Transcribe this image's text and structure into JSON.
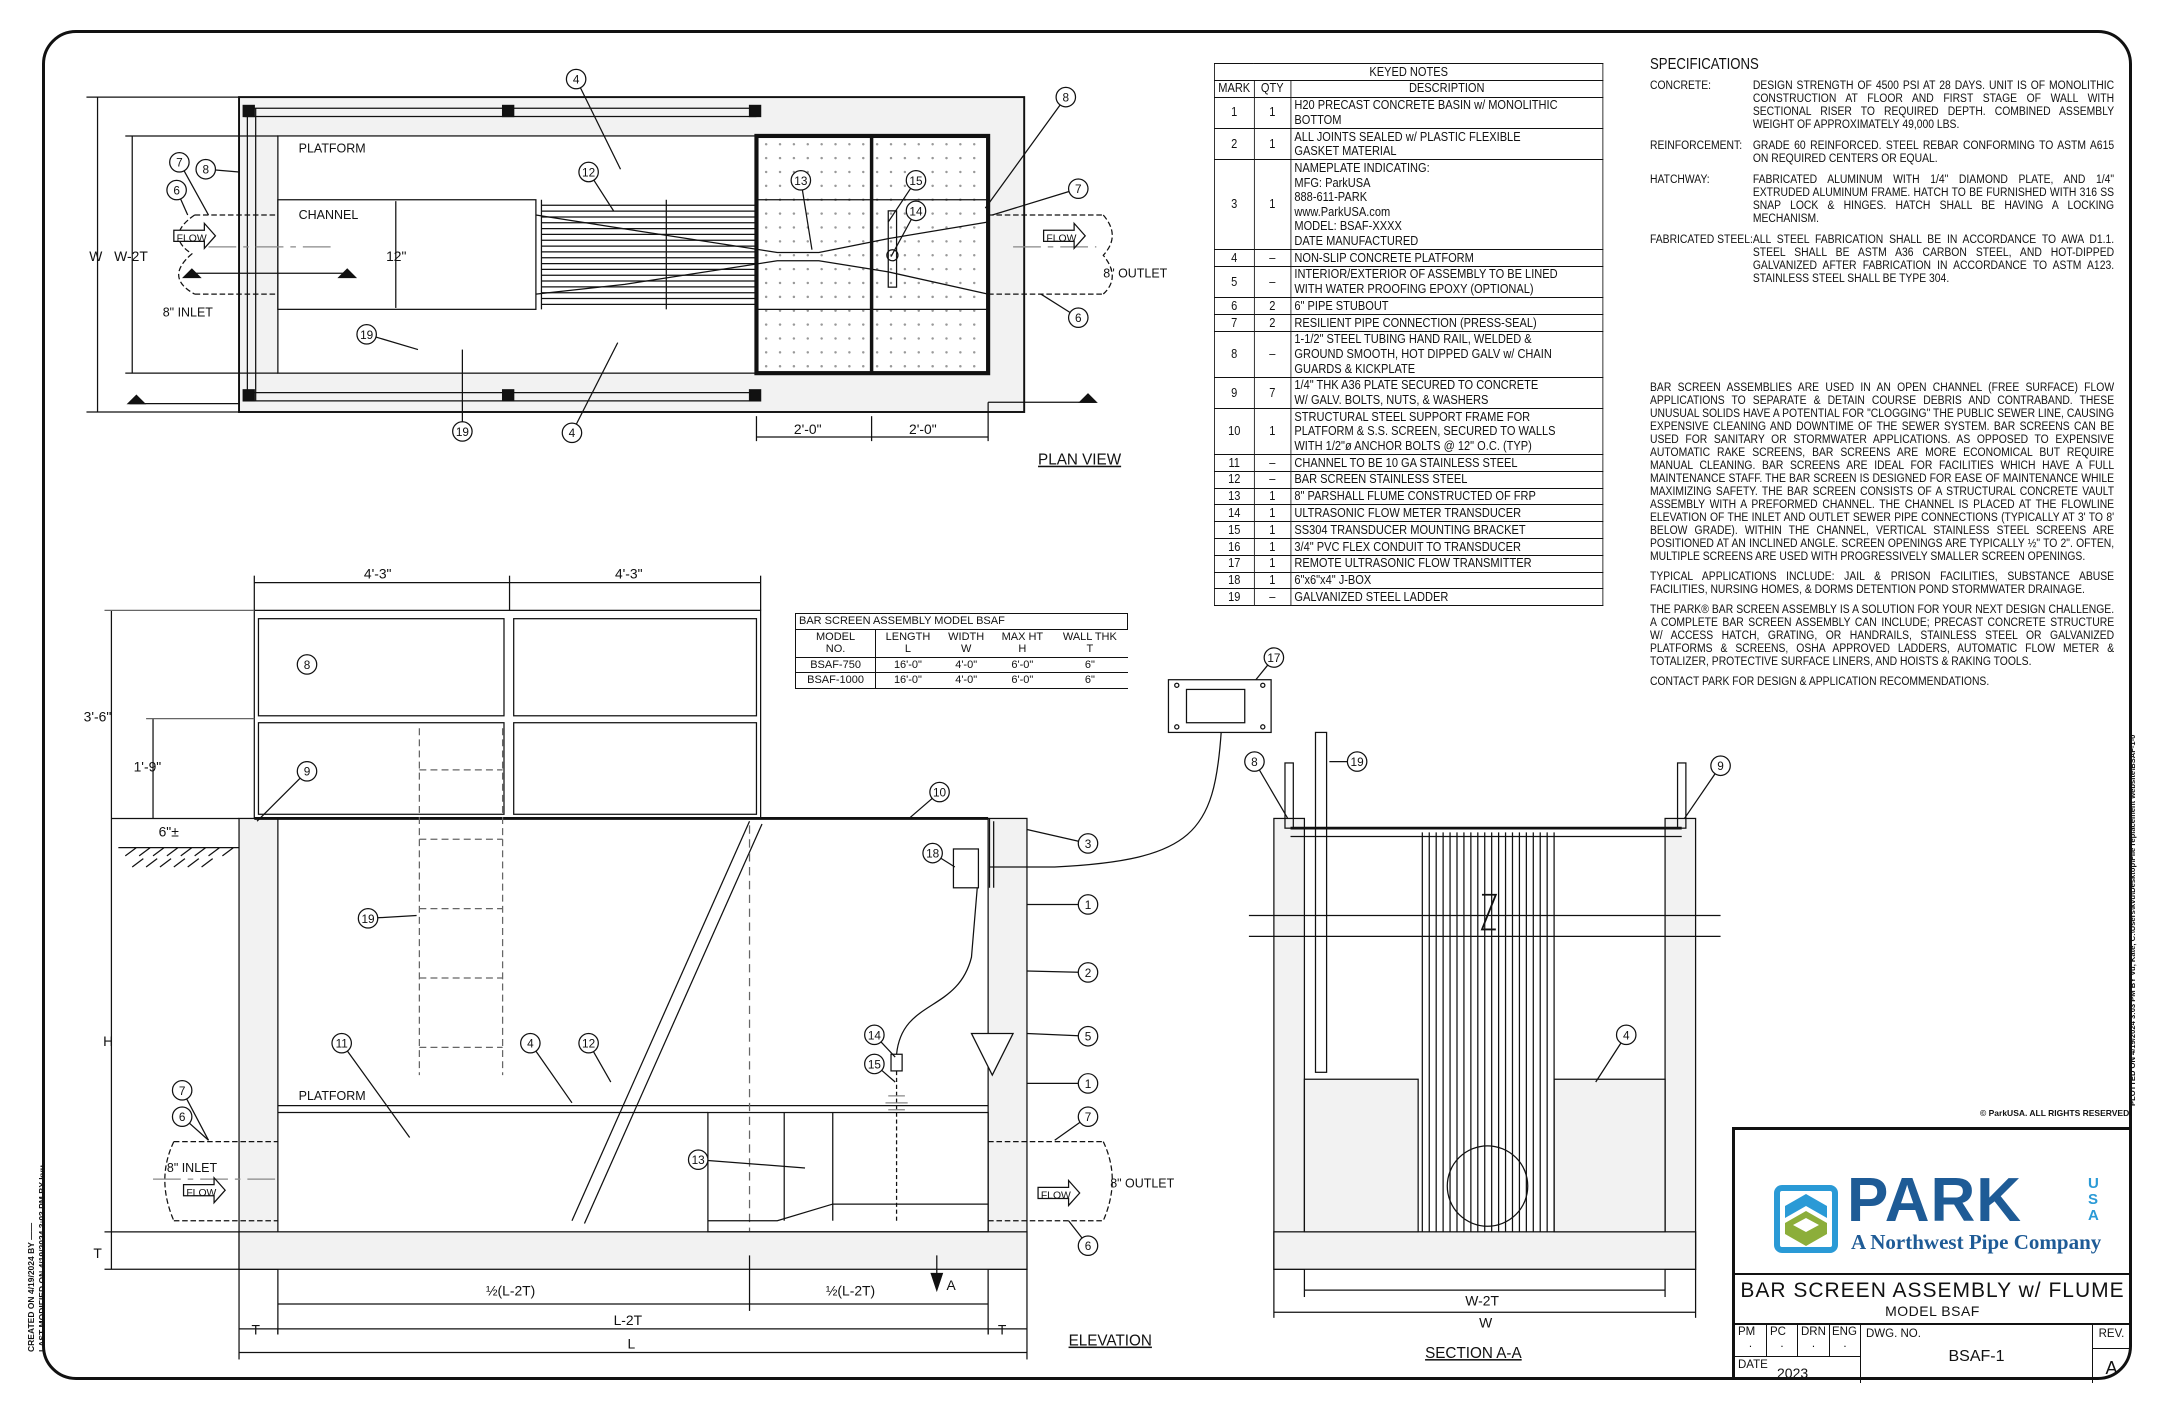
{
  "plan_view": {
    "title": "PLAN VIEW",
    "platform_label": "PLATFORM",
    "channel_label": "CHANNEL",
    "channel_width": "12\"",
    "inlet_label": "8\" INLET",
    "outlet_label": "8\" OUTLET",
    "flow_label": "FLOW",
    "dim_w": "W",
    "dim_w2t": "W-2T",
    "dim_grate_1": "2'-0\"",
    "dim_grate_2": "2'-0\"",
    "callouts": [
      "4",
      "4",
      "12",
      "7",
      "8",
      "6",
      "19",
      "19",
      "13",
      "15",
      "14",
      "8",
      "7",
      "6"
    ]
  },
  "elevation": {
    "title": "ELEVATION",
    "platform_label": "PLATFORM",
    "inlet_label": "8\" INLET",
    "outlet_label": "8\" OUTLET",
    "flow_label": "FLOW",
    "dim_top_1": "4'-3\"",
    "dim_top_2": "4'-3\"",
    "dim_rail": "3'-6\"",
    "dim_mid": "1'-9\"",
    "dim_grade": "6\"±",
    "dim_h": "H",
    "dim_t": "T",
    "dim_half_1": "½(L-2T)",
    "dim_half_2": "½(L-2T)",
    "dim_l2t": "L-2T",
    "dim_l": "L",
    "dim_t_left": "T",
    "dim_t_right": "T",
    "section_marker": "A",
    "callouts": [
      "8",
      "9",
      "10",
      "3",
      "1",
      "2",
      "5",
      "1",
      "7",
      "6",
      "19",
      "11",
      "4",
      "12",
      "14",
      "15",
      "13",
      "18",
      "17",
      "7",
      "6"
    ]
  },
  "section": {
    "title": "SECTION A-A",
    "dim_w2t": "W-2T",
    "dim_w": "W",
    "callouts": [
      "8",
      "19",
      "9",
      "4"
    ]
  },
  "bsaf_table": {
    "caption": "BAR SCREEN ASSEMBLY MODEL BSAF",
    "headers": [
      [
        "MODEL",
        "NO."
      ],
      [
        "LENGTH",
        "L"
      ],
      [
        "WIDTH",
        "W"
      ],
      [
        "MAX HT",
        "H"
      ],
      [
        "WALL THK",
        "T"
      ]
    ],
    "rows": [
      [
        "BSAF-750",
        "16'-0\"",
        "4'-0\"",
        "6'-0\"",
        "6\""
      ],
      [
        "BSAF-1000",
        "16'-0\"",
        "4'-0\"",
        "6'-0\"",
        "6\""
      ]
    ]
  },
  "keyed_notes": {
    "title": "KEYED NOTES",
    "headers": [
      "MARK",
      "QTY",
      "DESCRIPTION"
    ],
    "rows": [
      {
        "mark": "1",
        "qty": "1",
        "lines": [
          "H20 PRECAST CONCRETE BASIN w/ MONOLITHIC",
          "BOTTOM"
        ]
      },
      {
        "mark": "2",
        "qty": "1",
        "lines": [
          "ALL JOINTS SEALED w/ PLASTIC FLEXIBLE",
          "GASKET MATERIAL"
        ]
      },
      {
        "mark": "3",
        "qty": "1",
        "lines": [
          "NAMEPLATE INDICATING:",
          "MFG: ParkUSA",
          "888-611-PARK",
          "www.ParkUSA.com",
          "MODEL: BSAF-XXXX",
          "DATE MANUFACTURED"
        ]
      },
      {
        "mark": "4",
        "qty": "–",
        "lines": [
          "NON-SLIP CONCRETE PLATFORM"
        ]
      },
      {
        "mark": "5",
        "qty": "–",
        "lines": [
          "INTERIOR/EXTERIOR OF ASSEMBLY TO BE LINED",
          "WITH WATER PROOFING EPOXY (OPTIONAL)"
        ]
      },
      {
        "mark": "6",
        "qty": "2",
        "lines": [
          "6\" PIPE STUBOUT"
        ]
      },
      {
        "mark": "7",
        "qty": "2",
        "lines": [
          "RESILIENT PIPE CONNECTION (PRESS-SEAL)"
        ]
      },
      {
        "mark": "8",
        "qty": "–",
        "lines": [
          "1-1/2\" STEEL TUBING HAND RAIL, WELDED &",
          "GROUND SMOOTH, HOT DIPPED GALV w/ CHAIN",
          "GUARDS & KICKPLATE"
        ]
      },
      {
        "mark": "9",
        "qty": "7",
        "lines": [
          "1/4\" THK A36 PLATE SECURED TO CONCRETE",
          "W/ GALV.  BOLTS, NUTS, & WASHERS"
        ]
      },
      {
        "mark": "10",
        "qty": "1",
        "lines": [
          "STRUCTURAL STEEL SUPPORT FRAME FOR",
          "PLATFORM & S.S. SCREEN, SECURED TO WALLS",
          "WITH 1/2\"ø ANCHOR BOLTS @ 12\" O.C. (TYP)"
        ]
      },
      {
        "mark": "11",
        "qty": "–",
        "lines": [
          "CHANNEL TO BE 10 GA STAINLESS STEEL"
        ]
      },
      {
        "mark": "12",
        "qty": "–",
        "lines": [
          "BAR SCREEN STAINLESS STEEL"
        ]
      },
      {
        "mark": "13",
        "qty": "1",
        "lines": [
          "8\" PARSHALL FLUME CONSTRUCTED OF FRP"
        ]
      },
      {
        "mark": "14",
        "qty": "1",
        "lines": [
          "ULTRASONIC FLOW METER TRANSDUCER"
        ]
      },
      {
        "mark": "15",
        "qty": "1",
        "lines": [
          "SS304 TRANSDUCER MOUNTING BRACKET"
        ]
      },
      {
        "mark": "16",
        "qty": "1",
        "lines": [
          "3/4\" PVC FLEX CONDUIT TO TRANSDUCER"
        ]
      },
      {
        "mark": "17",
        "qty": "1",
        "lines": [
          "REMOTE ULTRASONIC FLOW TRANSMITTER"
        ]
      },
      {
        "mark": "18",
        "qty": "1",
        "lines": [
          "6\"x6\"x4\" J-BOX"
        ]
      },
      {
        "mark": "19",
        "qty": "–",
        "lines": [
          "GALVANIZED STEEL LADDER"
        ]
      }
    ]
  },
  "specifications": {
    "title": "SPECIFICATIONS",
    "items": [
      {
        "label": "CONCRETE:",
        "text": "DESIGN STRENGTH OF 4500 PSI AT 28 DAYS. UNIT IS OF MONOLITHIC CONSTRUCTION AT FLOOR AND FIRST STAGE OF WALL WITH SECTIONAL RISER TO REQUIRED DEPTH. COMBINED ASSEMBLY WEIGHT OF APPROXIMATELY 49,000 LBS."
      },
      {
        "label": "REINFORCEMENT:",
        "text": "GRADE 60 REINFORCED. STEEL REBAR CONFORMING TO ASTM A615 ON REQUIRED CENTERS OR EQUAL."
      },
      {
        "label": "HATCHWAY:",
        "text": "FABRICATED ALUMINUM WITH 1/4\" DIAMOND PLATE, AND 1/4\" EXTRUDED ALUMINUM FRAME. HATCH TO BE FURNISHED WITH 316 SS SNAP LOCK & HINGES. HATCH SHALL BE HAVING A LOCKING MECHANISM."
      },
      {
        "label": "FABRICATED STEEL:",
        "text": "ALL STEEL FABRICATION SHALL BE IN ACCORDANCE TO AWA D1.1. STEEL SHALL BE ASTM A36 CARBON STEEL, AND HOT-DIPPED GALVANIZED AFTER FABRICATION IN ACCORDANCE TO ASTM A123. STAINLESS STEEL SHALL BE TYPE 304."
      }
    ],
    "paragraphs": [
      "BAR SCREEN ASSEMBLIES ARE USED IN AN OPEN CHANNEL (FREE SURFACE) FLOW APPLICATIONS TO SEPARATE & DETAIN COURSE DEBRIS AND CONTRABAND. THESE UNUSUAL SOLIDS HAVE A POTENTIAL FOR \"CLOGGING\" THE PUBLIC SEWER LINE, CAUSING EXPENSIVE CLEANING AND DOWNTIME OF THE SEWER SYSTEM. BAR SCREENS CAN BE USED FOR SANITARY OR STORMWATER APPLICATIONS. AS OPPOSED TO EXPENSIVE AUTOMATIC RAKE SCREENS, BAR SCREENS ARE MORE ECONOMICAL BUT REQUIRE MANUAL CLEANING. BAR SCREENS ARE IDEAL FOR FACILITIES WHICH HAVE A FULL MAINTENANCE STAFF. THE BAR SCREEN IS DESIGNED FOR EASE OF MAINTENANCE WHILE MAXIMIZING SAFETY. THE BAR SCREEN CONSISTS OF A STRUCTURAL CONCRETE VAULT ASSEMBLY WITH A PREFORMED CHANNEL. THE CHANNEL IS PLACED AT THE FLOWLINE ELEVATION OF THE INLET AND OUTLET SEWER PIPE CONNECTIONS (TYPICALLY AT 3' TO 8' BELOW GRADE). WITHIN THE CHANNEL, VERTICAL STAINLESS STEEL SCREENS ARE POSITIONED AT AN INCLINED ANGLE. SCREEN OPENINGS ARE TYPICALLY ½\" TO 2\". OFTEN, MULTIPLE SCREENS ARE USED WITH PROGRESSIVELY SMALLER SCREEN OPENINGS.",
      "TYPICAL APPLICATIONS INCLUDE: JAIL & PRISON FACILITIES, SUBSTANCE ABUSE FACILITIES, NURSING HOMES, & DORMS DETENTION POND STORMWATER DRAINAGE.",
      "THE PARK® BAR SCREEN ASSEMBLY IS A SOLUTION FOR YOUR NEXT DESIGN CHALLENGE. A COMPLETE BAR SCREEN ASSEMBLY CAN INCLUDE; PRECAST CONCRETE STRUCTURE W/ ACCESS HATCH, GRATING, OR HANDRAILS, STAINLESS STEEL OR GALVANIZED PLATFORMS & SCREENS, OSHA APPROVED LADDERS, AUTOMATIC FLOW METER & TOTALIZER, PROTECTIVE SURFACE LINERS, AND HOISTS & RAKING TOOLS.",
      "CONTACT PARK FOR DESIGN & APPLICATION RECOMMENDATIONS."
    ]
  },
  "title_block": {
    "copyright": "© ParkUSA. ALL RIGHTS RESERVED.",
    "logo_text": "PARK",
    "logo_usa": "USA",
    "logo_tagline": "A Northwest Pipe Company",
    "title": "BAR SCREEN ASSEMBLY w/ FLUME",
    "subtitle": "MODEL BSAF",
    "pm_label": "PM",
    "pc_label": "PC",
    "drn_label": "DRN",
    "eng_label": "ENG",
    "pm_value": ".",
    "pc_value": ".",
    "drn_value": ".",
    "eng_value": ".",
    "date_label": "DATE",
    "date_value": "2023",
    "dwg_label": "DWG. NO.",
    "dwg_value": "BSAF-1",
    "rev_label": "REV.",
    "rev_value": "A"
  },
  "margin_notes": {
    "left_line_1": "CREATED ON 4/19/2024 BY ——",
    "left_line_2": "LAST MODIFIED ON 4/19/2024 3:03 PM BY kvu",
    "right": "PLOTTED ON 4/19/2024 3:03 PM BY Vu, Kate, C:\\Users\\kvu\\Desktop\\File replacement website\\BSAF-1-0"
  },
  "colors": {
    "logo_blue": "#1e5b96",
    "logo_light_blue": "#2a9ad6",
    "logo_green": "#8cae3a",
    "ink": "#111111",
    "concrete": "#f2f2f2"
  }
}
